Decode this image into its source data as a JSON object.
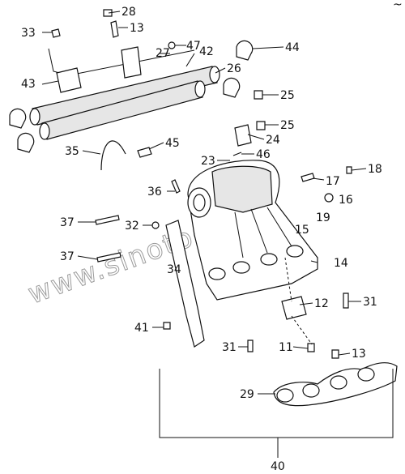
{
  "watermark": "www.sinotoc.kz",
  "corner_mark": "~",
  "callouts": [
    {
      "id": "c28",
      "text": "28"
    },
    {
      "id": "c33",
      "text": "33"
    },
    {
      "id": "c13a",
      "text": "13"
    },
    {
      "id": "c47",
      "text": "47"
    },
    {
      "id": "c42",
      "text": "42"
    },
    {
      "id": "c27",
      "text": "27"
    },
    {
      "id": "c44",
      "text": "44"
    },
    {
      "id": "c26",
      "text": "26"
    },
    {
      "id": "c43",
      "text": "43"
    },
    {
      "id": "c25a",
      "text": "25"
    },
    {
      "id": "c25b",
      "text": "25"
    },
    {
      "id": "c24",
      "text": "24"
    },
    {
      "id": "c35",
      "text": "35"
    },
    {
      "id": "c45",
      "text": "45"
    },
    {
      "id": "c46",
      "text": "46"
    },
    {
      "id": "c23",
      "text": "23"
    },
    {
      "id": "c18",
      "text": "18"
    },
    {
      "id": "c17",
      "text": "17"
    },
    {
      "id": "c16",
      "text": "16"
    },
    {
      "id": "c36",
      "text": "36"
    },
    {
      "id": "c19",
      "text": "19"
    },
    {
      "id": "c37a",
      "text": "37"
    },
    {
      "id": "c32",
      "text": "32"
    },
    {
      "id": "c15",
      "text": "15"
    },
    {
      "id": "c37b",
      "text": "37"
    },
    {
      "id": "c34",
      "text": "34"
    },
    {
      "id": "c14",
      "text": "14"
    },
    {
      "id": "c12",
      "text": "12"
    },
    {
      "id": "c31a",
      "text": "31"
    },
    {
      "id": "c41",
      "text": "41"
    },
    {
      "id": "c31b",
      "text": "31"
    },
    {
      "id": "c11",
      "text": "11"
    },
    {
      "id": "c13b",
      "text": "13"
    },
    {
      "id": "c29",
      "text": "29"
    },
    {
      "id": "c40",
      "text": "40"
    }
  ]
}
